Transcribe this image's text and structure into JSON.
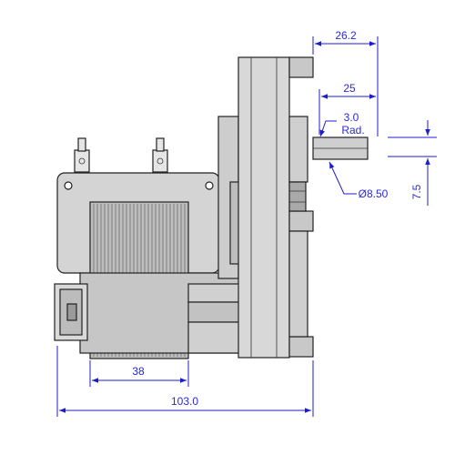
{
  "colors": {
    "dimension": "#2a2ad8",
    "outline": "#222222",
    "body_fill": "#cfcfcf",
    "dark_fill": "#a9a9a9",
    "fin_fill": "#bdbdbd"
  },
  "dimensions": {
    "gearbox_to_shaft_end": "26.2",
    "shaft_length": "25",
    "flat_radius_value": "3.0",
    "flat_radius_label": "Rad.",
    "shaft_diameter": "Ø8.50",
    "flat_height": "7.5",
    "coil_width": "38",
    "overall_length": "103.0"
  }
}
